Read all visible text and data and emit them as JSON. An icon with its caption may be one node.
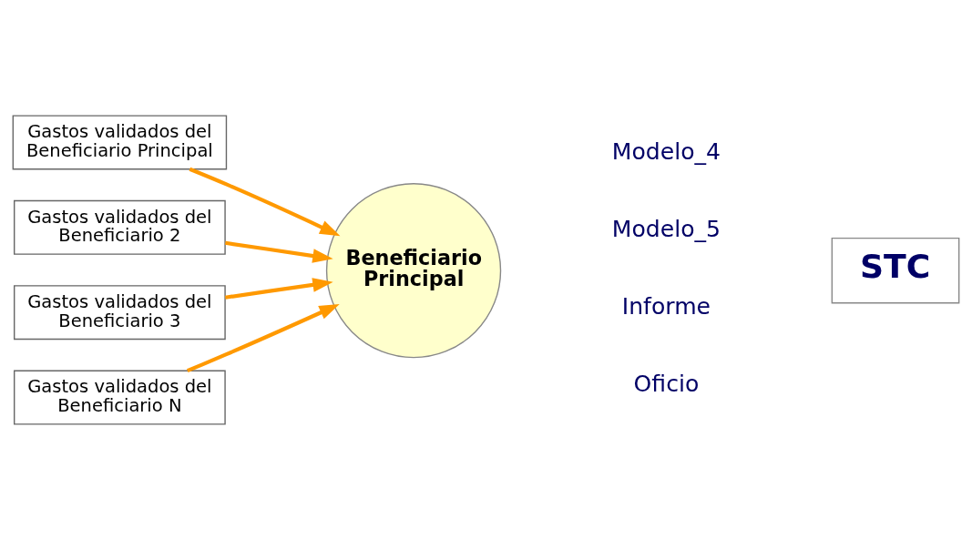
{
  "diagram": {
    "nodes": [
      {
        "text": [
          "Gastos validados del Beneficiario Principal"
        ]
      },
      {
        "text": [
          "Gastos validados del Beneficiario 2"
        ]
      },
      {
        "text": [
          "Gastos validados del Beneficiario 3"
        ]
      },
      {
        "text": [
          "Gastos validados del Beneficiario N"
        ]
      },
      {
        "text": [
          "Beneficiario Principal"
        ]
      },
      {
        "text": [
          "STC"
        ]
      }
    ],
    "edges": [
      {
        "from": 0,
        "to": 4,
        "arrow": "to"
      },
      {
        "from": 1,
        "to": 4,
        "arrow": "to"
      },
      {
        "from": 2,
        "to": 4,
        "arrow": "to"
      },
      {
        "from": 3,
        "to": 4,
        "arrow": "to"
      }
    ],
    "labels": [
      "Modelo_4",
      "Modelo_5",
      "Informe",
      "Oficio"
    ]
  }
}
